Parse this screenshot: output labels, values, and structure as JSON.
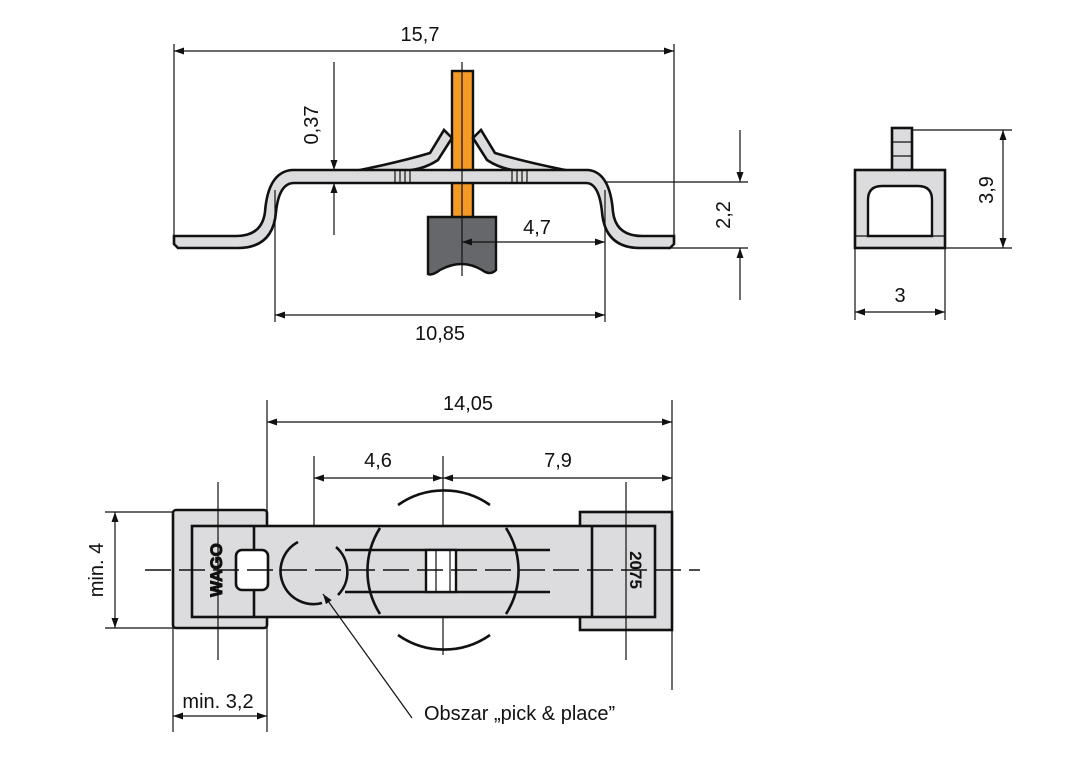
{
  "colors": {
    "part": "#dcdcde",
    "pin": "#f49a26",
    "holder": "#66676b",
    "line": "#111111"
  },
  "top_view": {
    "overall_width": "15,7",
    "thickness": "0,37",
    "pin_offset": "4,7",
    "inner_width": "10,85",
    "height": "2,2"
  },
  "side_view": {
    "height": "3,9",
    "width": "3"
  },
  "bottom_view": {
    "overall_length": "14,05",
    "pick_offset": "4,6",
    "right_offset": "7,9",
    "min_width": "min. 4",
    "min_pad": "min. 3,2",
    "pick_place_label": "Obszar „pick & place”",
    "logo_text": "WAGO",
    "part_number": "2075"
  }
}
